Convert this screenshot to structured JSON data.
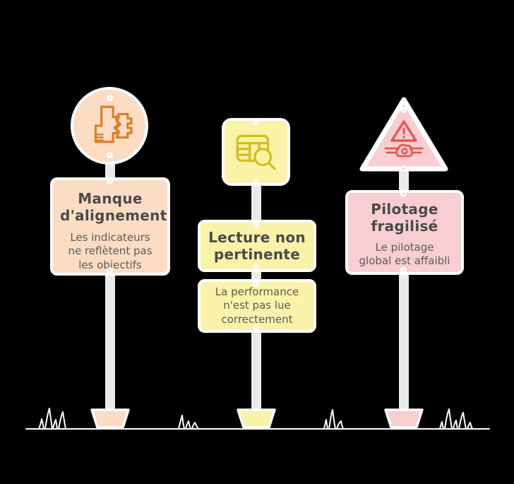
{
  "canvas": {
    "background": "#000000",
    "ground_color": "#ffffff",
    "pole_color": "#eaeaea"
  },
  "text_colors": {
    "title": "#4a4a4a",
    "description": "#5b5b5b"
  },
  "signposts": [
    {
      "id": "manque-alignement",
      "badge_shape": "circle",
      "icon": "mismatched-blocks-icon",
      "fill": "#fcdcc3",
      "icon_color": "#d9822b",
      "title": "Manque d'alignement",
      "description": "Les indicateurs ne reflètent pas les objectifs"
    },
    {
      "id": "lecture-non-pertinente",
      "badge_shape": "rounded-square",
      "icon": "table-magnifier-icon",
      "fill": "#faf2a9",
      "icon_color": "#d6be1c",
      "title": "Lecture non pertinente",
      "description": "La performance n'est pas lue correctement"
    },
    {
      "id": "pilotage-fragilise",
      "badge_shape": "triangle",
      "icon": "road-hazard-warning-icon",
      "fill": "#f8ced2",
      "icon_color": "#e25852",
      "title": "Pilotage fragilisé",
      "description": "Le pilotage global est affaibli"
    }
  ]
}
